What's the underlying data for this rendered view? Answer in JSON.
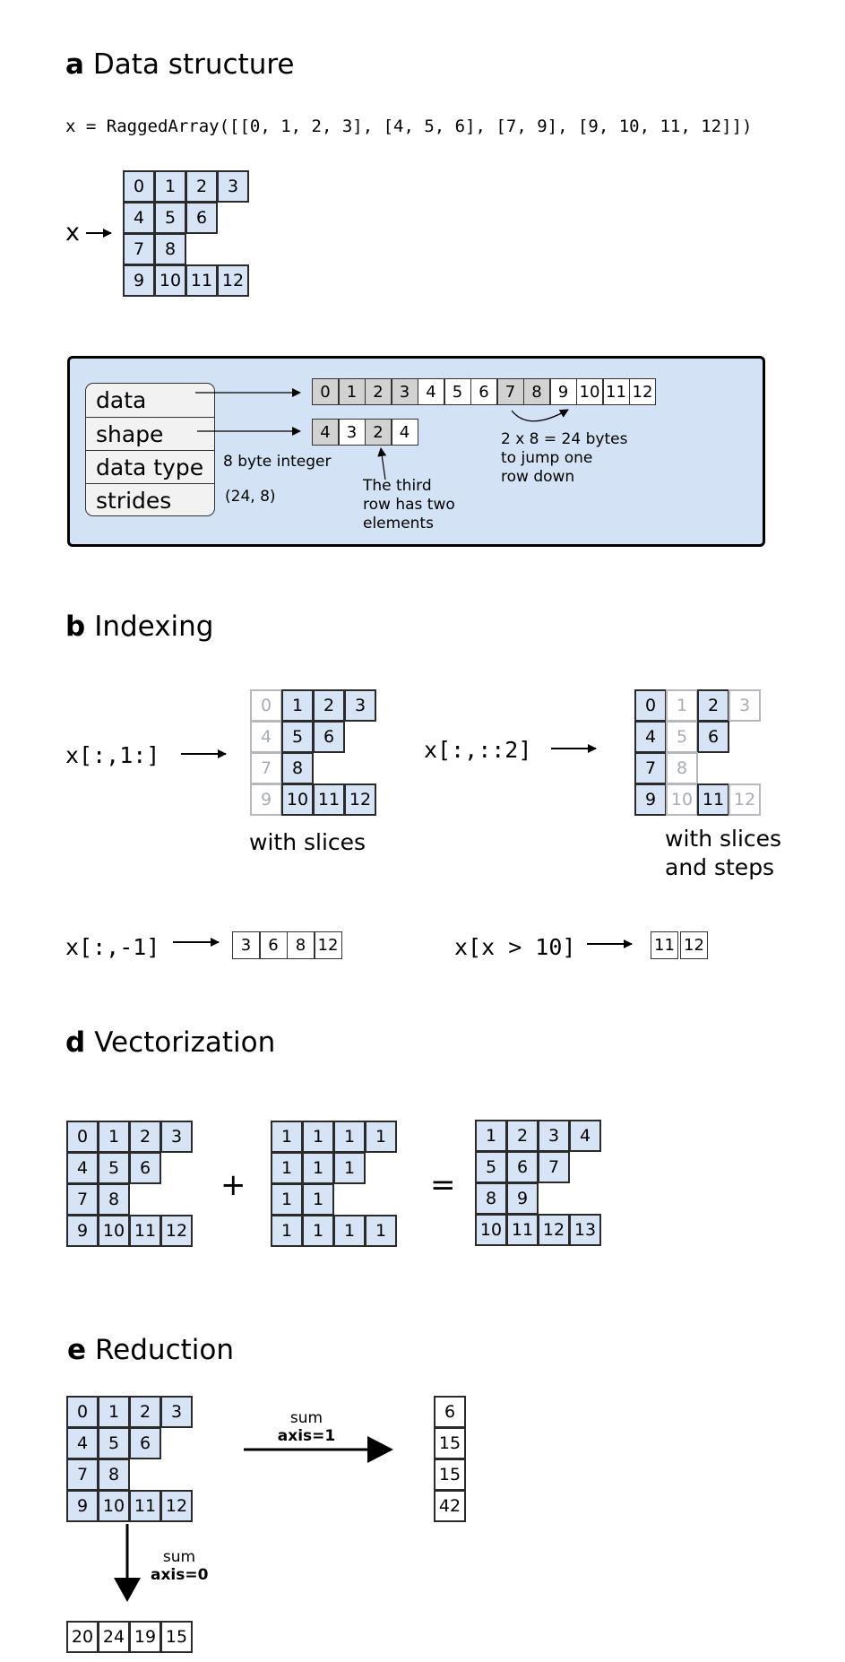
{
  "sections": {
    "a": {
      "letter": "a",
      "title": "Data structure"
    },
    "b": {
      "letter": "b",
      "title": "Indexing"
    },
    "d": {
      "letter": "d",
      "title": "Vectorization"
    },
    "e": {
      "letter": "e",
      "title": "Reduction"
    }
  },
  "code_line": "x = RaggedArray([[0, 1, 2, 3], [4, 5, 6], [7, 9], [9, 10, 11, 12]])",
  "x_label": "x",
  "x_array": [
    [
      "0",
      "1",
      "2",
      "3"
    ],
    [
      "4",
      "5",
      "6"
    ],
    [
      "7",
      "8"
    ],
    [
      "9",
      "10",
      "11",
      "12"
    ]
  ],
  "struct": {
    "fields": [
      "data",
      "shape",
      "data type",
      "strides"
    ],
    "data_values": [
      "0",
      "1",
      "2",
      "3",
      "4",
      "5",
      "6",
      "7",
      "8",
      "9",
      "10",
      "11",
      "12"
    ],
    "data_highlight": [
      true,
      true,
      true,
      true,
      false,
      false,
      false,
      true,
      true,
      false,
      false,
      false,
      false
    ],
    "shape_values": [
      "4",
      "3",
      "2",
      "4"
    ],
    "shape_highlight": [
      true,
      false,
      true,
      false
    ],
    "dtype_text": "8 byte integer",
    "strides_text": "(24, 8)",
    "note_third_row": [
      "The third",
      "row has two",
      "elements"
    ],
    "note_bytes": [
      "2 x 8 = 24 bytes",
      "to jump one",
      "row down"
    ]
  },
  "indexing": {
    "slice_expr": "x[:,1:]",
    "slice_caption": "with slices",
    "step_expr": "x[:,::2]",
    "step_caption": [
      "with slices",
      "and steps"
    ],
    "last_expr": "x[:,-1]",
    "last_result": [
      "3",
      "6",
      "8",
      "12"
    ],
    "mask_expr": "x[x > 10]",
    "mask_result": [
      "11",
      "12"
    ]
  },
  "vectorization": {
    "plus": "+",
    "equals": "=",
    "left": [
      [
        "0",
        "1",
        "2",
        "3"
      ],
      [
        "4",
        "5",
        "6"
      ],
      [
        "7",
        "8"
      ],
      [
        "9",
        "10",
        "11",
        "12"
      ]
    ],
    "ones": [
      [
        "1",
        "1",
        "1",
        "1"
      ],
      [
        "1",
        "1",
        "1"
      ],
      [
        "1",
        "1"
      ],
      [
        "1",
        "1",
        "1",
        "1"
      ]
    ],
    "result": [
      [
        "1",
        "2",
        "3",
        "4"
      ],
      [
        "5",
        "6",
        "7"
      ],
      [
        "8",
        "9"
      ],
      [
        "10",
        "11",
        "12",
        "13"
      ]
    ]
  },
  "reduction": {
    "array": [
      [
        "0",
        "1",
        "2",
        "3"
      ],
      [
        "4",
        "5",
        "6"
      ],
      [
        "7",
        "8"
      ],
      [
        "9",
        "10",
        "11",
        "12"
      ]
    ],
    "sum_label": "sum",
    "axis1_label": "axis=1",
    "axis0_label": "axis=0",
    "axis1_result": [
      "6",
      "15",
      "15",
      "42"
    ],
    "axis0_result": [
      "20",
      "24",
      "19",
      "15"
    ]
  }
}
